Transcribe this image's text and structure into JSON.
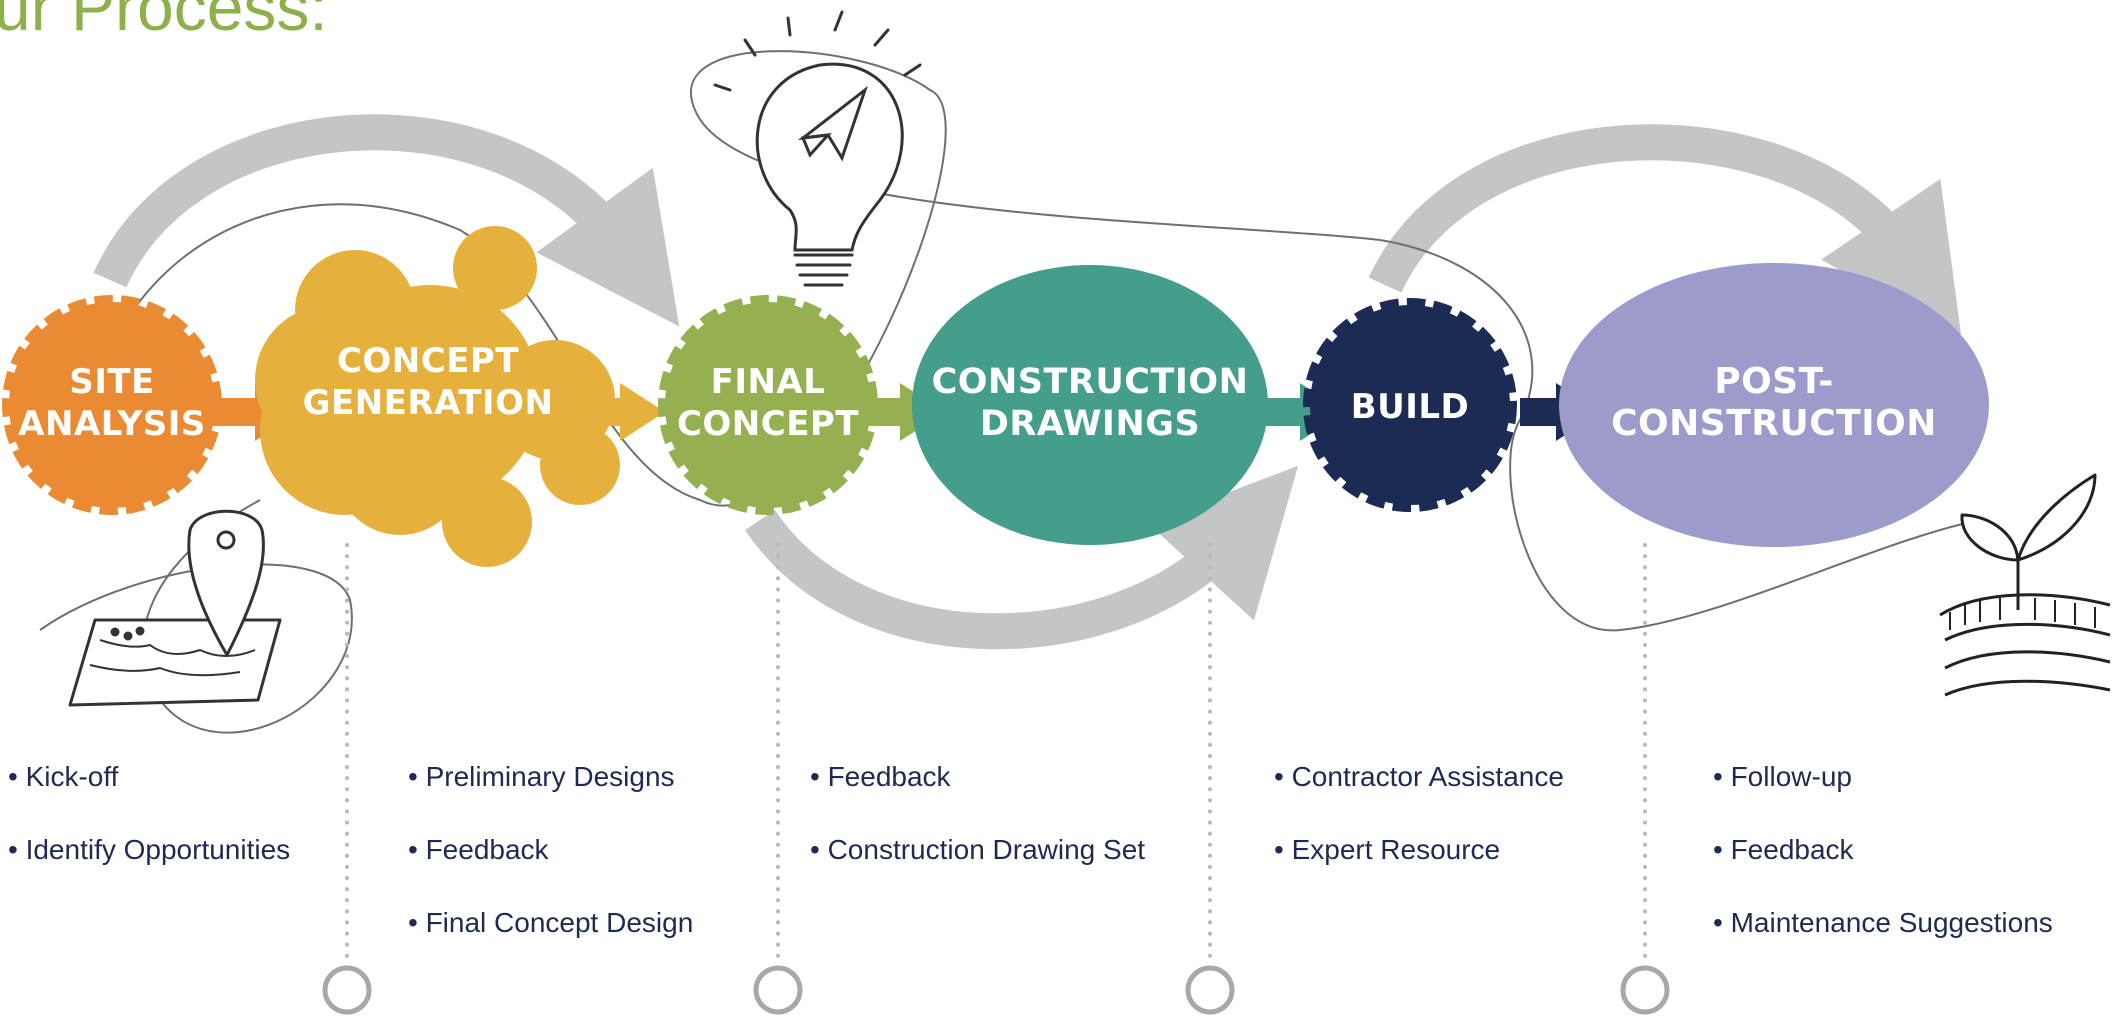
{
  "title": "ur Process:",
  "colors": {
    "title": "#8db04a",
    "site_analysis": "#ea8a33",
    "concept_generation": "#e6b03c",
    "final_concept": "#95b050",
    "construction_drawings": "#459e8c",
    "build": "#1c2b53",
    "post_construction": "#9d9bcb",
    "flow_arrows": "#c4c5c7",
    "bullet_text": "#1f2a52"
  },
  "icons": [
    "map-pin-sketch-icon",
    "lightbulb-paper-plane-sketch-icon",
    "sprout-sketch-icon"
  ],
  "stages": [
    {
      "line1": "SITE",
      "line2": "ANALYSIS"
    },
    {
      "line1": "CONCEPT",
      "line2": "GENERATION"
    },
    {
      "line1": "FINAL",
      "line2": "CONCEPT"
    },
    {
      "line1": "CONSTRUCTION",
      "line2": "DRAWINGS"
    },
    {
      "line1": "BUILD",
      "line2": ""
    },
    {
      "line1": "POST-",
      "line2": "CONSTRUCTION"
    }
  ],
  "bullets": [
    [
      "• Kick-off",
      "• Identify Opportunities"
    ],
    [
      "• Preliminary Designs",
      "• Feedback",
      "• Final Concept Design"
    ],
    [
      "• Feedback",
      "• Construction Drawing Set"
    ],
    [
      "• Contractor Assistance",
      "• Expert Resource"
    ],
    [
      "• Follow-up",
      "• Feedback",
      "• Maintenance Suggestions"
    ]
  ]
}
